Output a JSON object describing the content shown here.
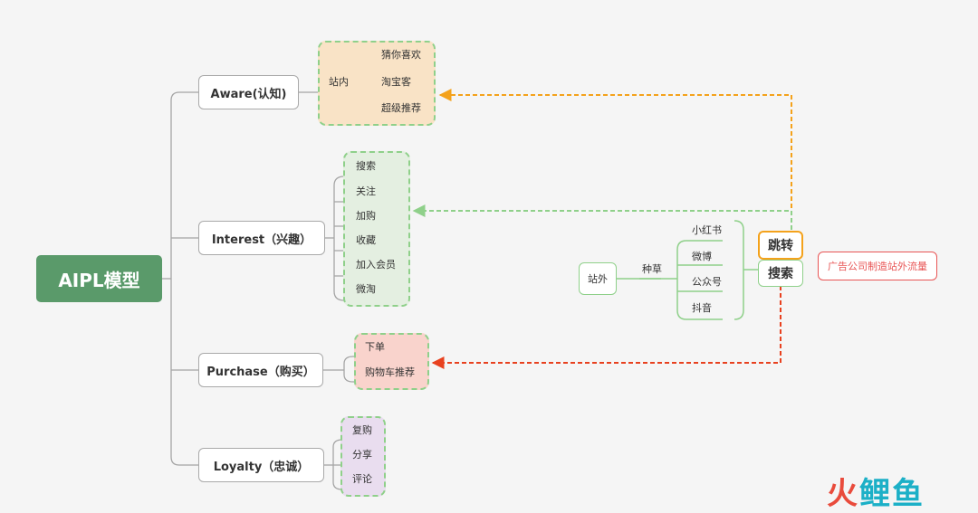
{
  "root": {
    "label": "AIPL模型"
  },
  "stages": [
    {
      "label": "Aware(认知)",
      "items_label": "站内",
      "items": [
        "猜你喜欢",
        "淘宝客",
        "超级推荐"
      ]
    },
    {
      "label": "Interest（兴趣）",
      "items": [
        "搜索",
        "关注",
        "加购",
        "收藏",
        "加入会员",
        "微淘"
      ]
    },
    {
      "label": "Purchase（购买）",
      "items": [
        "下单",
        "购物车推荐"
      ]
    },
    {
      "label": "Loyalty（忠诚）",
      "items": [
        "复购",
        "分享",
        "评论"
      ]
    }
  ],
  "offsite": {
    "label": "站外",
    "branch": "种草",
    "channels": [
      "小红书",
      "微博",
      "公众号",
      "抖音"
    ],
    "actions": [
      "跳转",
      "搜索"
    ],
    "note": "广告公司制造站外流量"
  },
  "brand": {
    "part1": "火",
    "part2": "鲤鱼"
  },
  "colors": {
    "root": "#5a9a6a",
    "aware_fill": "#f9e3c6",
    "interest_fill": "#e4efe1",
    "purchase_fill": "#f9d3cc",
    "loyalty_fill": "#e9ddef",
    "dashed_green": "#8fd08a",
    "arrow_orange": "#f4a21b",
    "arrow_red": "#e8411f",
    "note_red": "#e85555"
  }
}
